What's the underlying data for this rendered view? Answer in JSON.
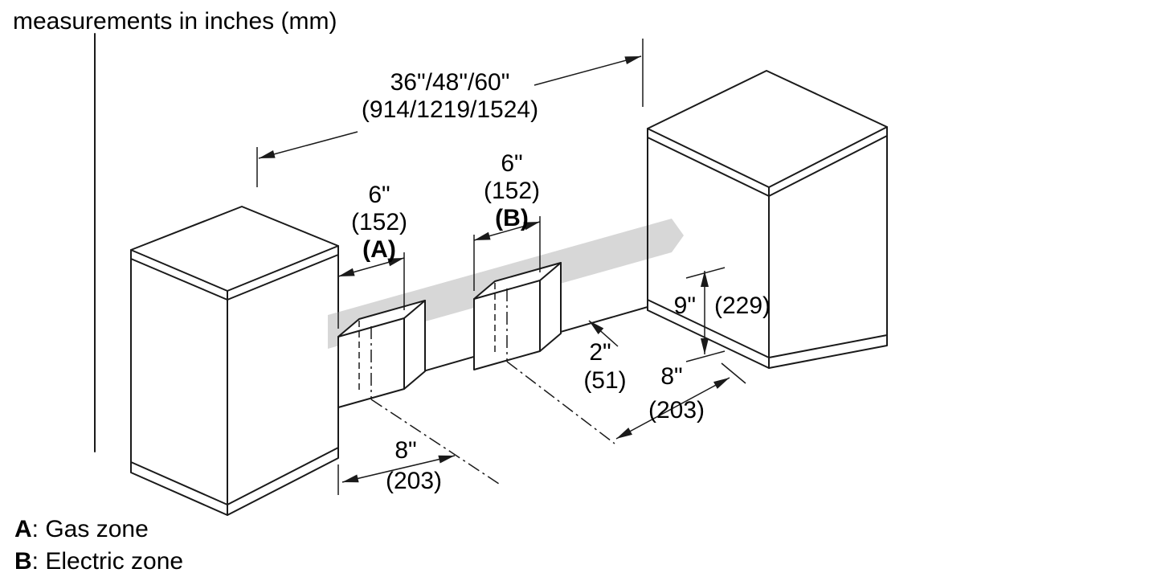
{
  "title": "measurements in inches (mm)",
  "dimensions": {
    "span": {
      "line1": "36\"/48\"/60\"",
      "line2": "(914/1219/1524)"
    },
    "zone_a": {
      "size": "6\"",
      "mm": "(152)",
      "tag": "(A)"
    },
    "zone_b": {
      "size": "6\"",
      "mm": "(152)",
      "tag": "(B)"
    },
    "height": {
      "inches": "9\"",
      "mm": "(229)"
    },
    "wall_offset": {
      "inches": "2\"",
      "mm": "(51)"
    },
    "right_offset": {
      "inches": "8\"",
      "mm": "(203)"
    },
    "left_offset": {
      "inches": "8\"",
      "mm": "(203)"
    }
  },
  "legend": [
    {
      "key": "A",
      "label": ": Gas zone"
    },
    {
      "key": "B",
      "label": ": Electric zone"
    }
  ],
  "colors": {
    "line": "#1a1a1a",
    "zone_band": "#d7d7d7",
    "background": "#ffffff"
  }
}
